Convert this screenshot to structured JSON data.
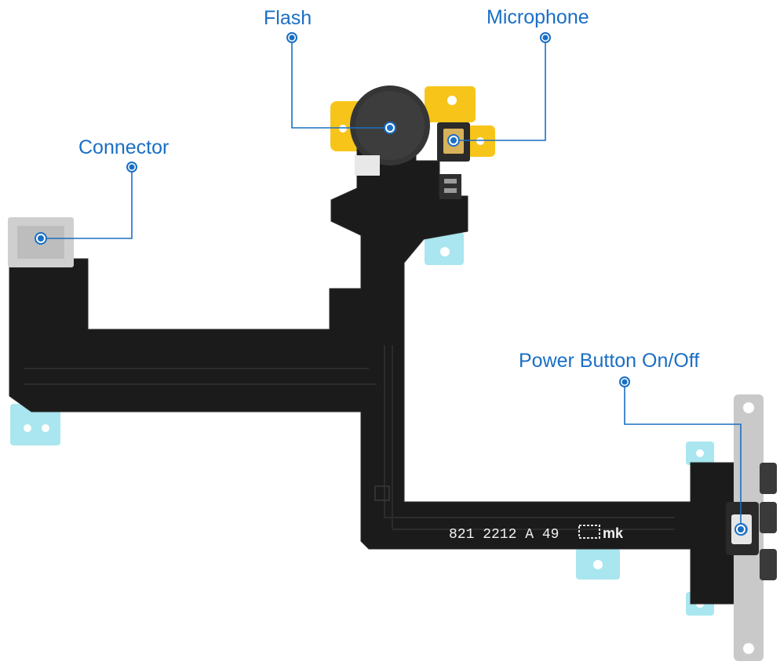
{
  "labels": {
    "flash": "Flash",
    "microphone": "Microphone",
    "connector": "Connector",
    "power_button": "Power Button On/Off"
  },
  "part_marking": {
    "text": "821 2212  A  49",
    "suffix": "mk"
  },
  "colors": {
    "callout": "#1a6fc4",
    "label_text": "#1a6fc4",
    "flex_cable": "#1b1b1b",
    "flex_cable_edge": "#2a2a2a",
    "adhesive_tab": "#a9e6ef",
    "yellow_tab": "#f7c51a",
    "metal_plate": "#c9c9c9",
    "connector_plate": "#cfcfcf",
    "flash_disk": "#353535"
  }
}
